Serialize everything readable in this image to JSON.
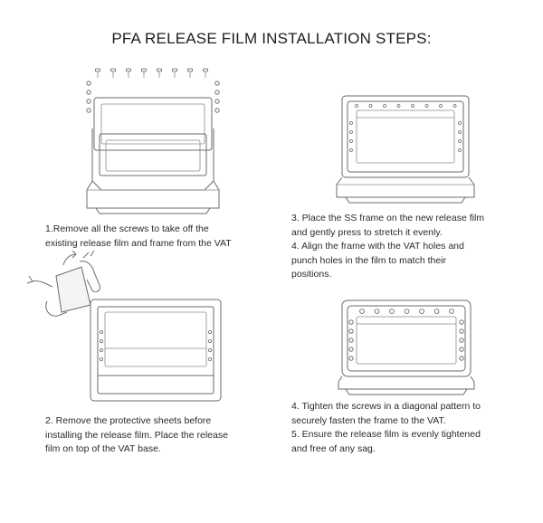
{
  "title": "PFA RELEASE FILM INSTALLATION STEPS:",
  "steps": {
    "step1": {
      "lines": [
        "1.Remove all the screws to take off the",
        "existing release film and frame from the VAT"
      ],
      "illustration": "vat-with-screws-removed"
    },
    "step2": {
      "lines": [
        "2. Remove the protective sheets before",
        "installing the release film. Place the release",
        "film on top of the VAT base."
      ],
      "illustration": "peel-film-onto-vat-base"
    },
    "step34": {
      "lines": [
        "3. Place the SS frame on the new release film",
        "and gently press to stretch it evenly.",
        "4. Align the frame with the VAT holes and",
        "punch holes in the film to match their",
        "positions."
      ],
      "illustration": "frame-on-vat"
    },
    "step45": {
      "lines": [
        "4. Tighten the screws in a diagonal pattern to",
        "securely fasten the frame to the VAT.",
        "5. Ensure the release film is evenly tightened",
        "and free of any sag."
      ],
      "illustration": "screws-tightened-vat"
    }
  }
}
